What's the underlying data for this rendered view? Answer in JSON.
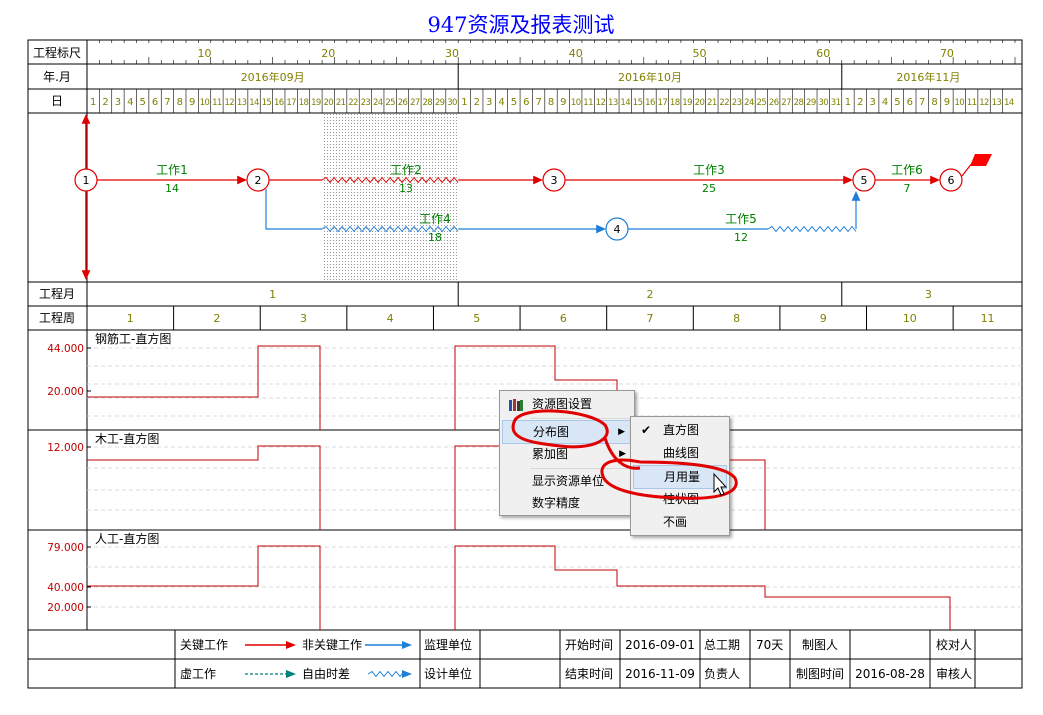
{
  "title": "947资源及报表测试",
  "colors": {
    "grid": "#000000",
    "gold": "#808000",
    "red": "#e00000",
    "blue": "#1e7fd8",
    "green": "#008000",
    "histo": "#c00000",
    "title": "#0000ff"
  },
  "header": {
    "ruler_label": "工程标尺",
    "ruler_ticks": [
      "10",
      "20",
      "30",
      "40",
      "50",
      "60",
      "70"
    ],
    "yearmonth_label": "年.月",
    "months": [
      "2016年09月",
      "2016年10月",
      "2016年11月"
    ],
    "day_label": "日",
    "days": [
      "1",
      "2",
      "3",
      "4",
      "5",
      "6",
      "7",
      "8",
      "9",
      "10",
      "11",
      "12",
      "13",
      "14",
      "15",
      "16",
      "17",
      "18",
      "19",
      "20",
      "21",
      "22",
      "23",
      "24",
      "25",
      "26",
      "27",
      "28",
      "29",
      "30",
      "1",
      "2",
      "3",
      "4",
      "5",
      "6",
      "7",
      "8",
      "9",
      "10",
      "11",
      "12",
      "13",
      "14",
      "15",
      "16",
      "17",
      "18",
      "19",
      "20",
      "21",
      "22",
      "23",
      "24",
      "25",
      "26",
      "27",
      "28",
      "29",
      "30",
      "31",
      "1",
      "2",
      "3",
      "4",
      "5",
      "6",
      "7",
      "8",
      "9",
      "10",
      "11",
      "12",
      "13",
      "14"
    ]
  },
  "network": {
    "nodes": [
      "1",
      "2",
      "3",
      "4",
      "5",
      "6"
    ],
    "works": [
      {
        "name": "工作1",
        "duration": "14"
      },
      {
        "name": "工作2",
        "duration": "13"
      },
      {
        "name": "工作3",
        "duration": "25"
      },
      {
        "name": "工作4",
        "duration": "18"
      },
      {
        "name": "工作5",
        "duration": "12"
      },
      {
        "name": "工作6",
        "duration": "7"
      }
    ]
  },
  "project_month": {
    "label": "工程月",
    "values": [
      "1",
      "2",
      "3"
    ]
  },
  "project_week": {
    "label": "工程周",
    "values": [
      "1",
      "2",
      "3",
      "4",
      "5",
      "6",
      "7",
      "8",
      "9",
      "10",
      "11"
    ]
  },
  "histograms": [
    {
      "title": "钢筋工-直方图",
      "axis_labels": [
        "44.000",
        "20.000"
      ]
    },
    {
      "title": "木工-直方图",
      "axis_labels": [
        "12.000"
      ]
    },
    {
      "title": "人工-直方图",
      "axis_labels": [
        "79.000",
        "40.000",
        "20.000"
      ]
    }
  ],
  "legend": {
    "critical": "关键工作",
    "noncritical": "非关键工作",
    "dummy": "虚工作",
    "free_float": "自由时差",
    "supervisor": "监理单位",
    "designer": "设计单位",
    "start_label": "开始时间",
    "start_value": "2016-09-01",
    "end_label": "结束时间",
    "end_value": "2016-11-09",
    "total_label": "总工期",
    "total_value": "70天",
    "owner_label": "负责人",
    "drawer_label": "制图人",
    "drawtime_label": "制图时间",
    "drawtime_value": "2016-08-28",
    "checker_label": "校对人",
    "reviewer_label": "审核人"
  },
  "context_menu": {
    "items": [
      "资源图设置",
      "分布图",
      "累加图",
      "显示资源单位",
      "数字精度"
    ],
    "icon": "books-icon"
  },
  "submenu": {
    "items": [
      "直方图",
      "曲线图",
      "月用量",
      "柱状图",
      "不画"
    ],
    "checked_index": 0,
    "highlighted_index": 2
  }
}
